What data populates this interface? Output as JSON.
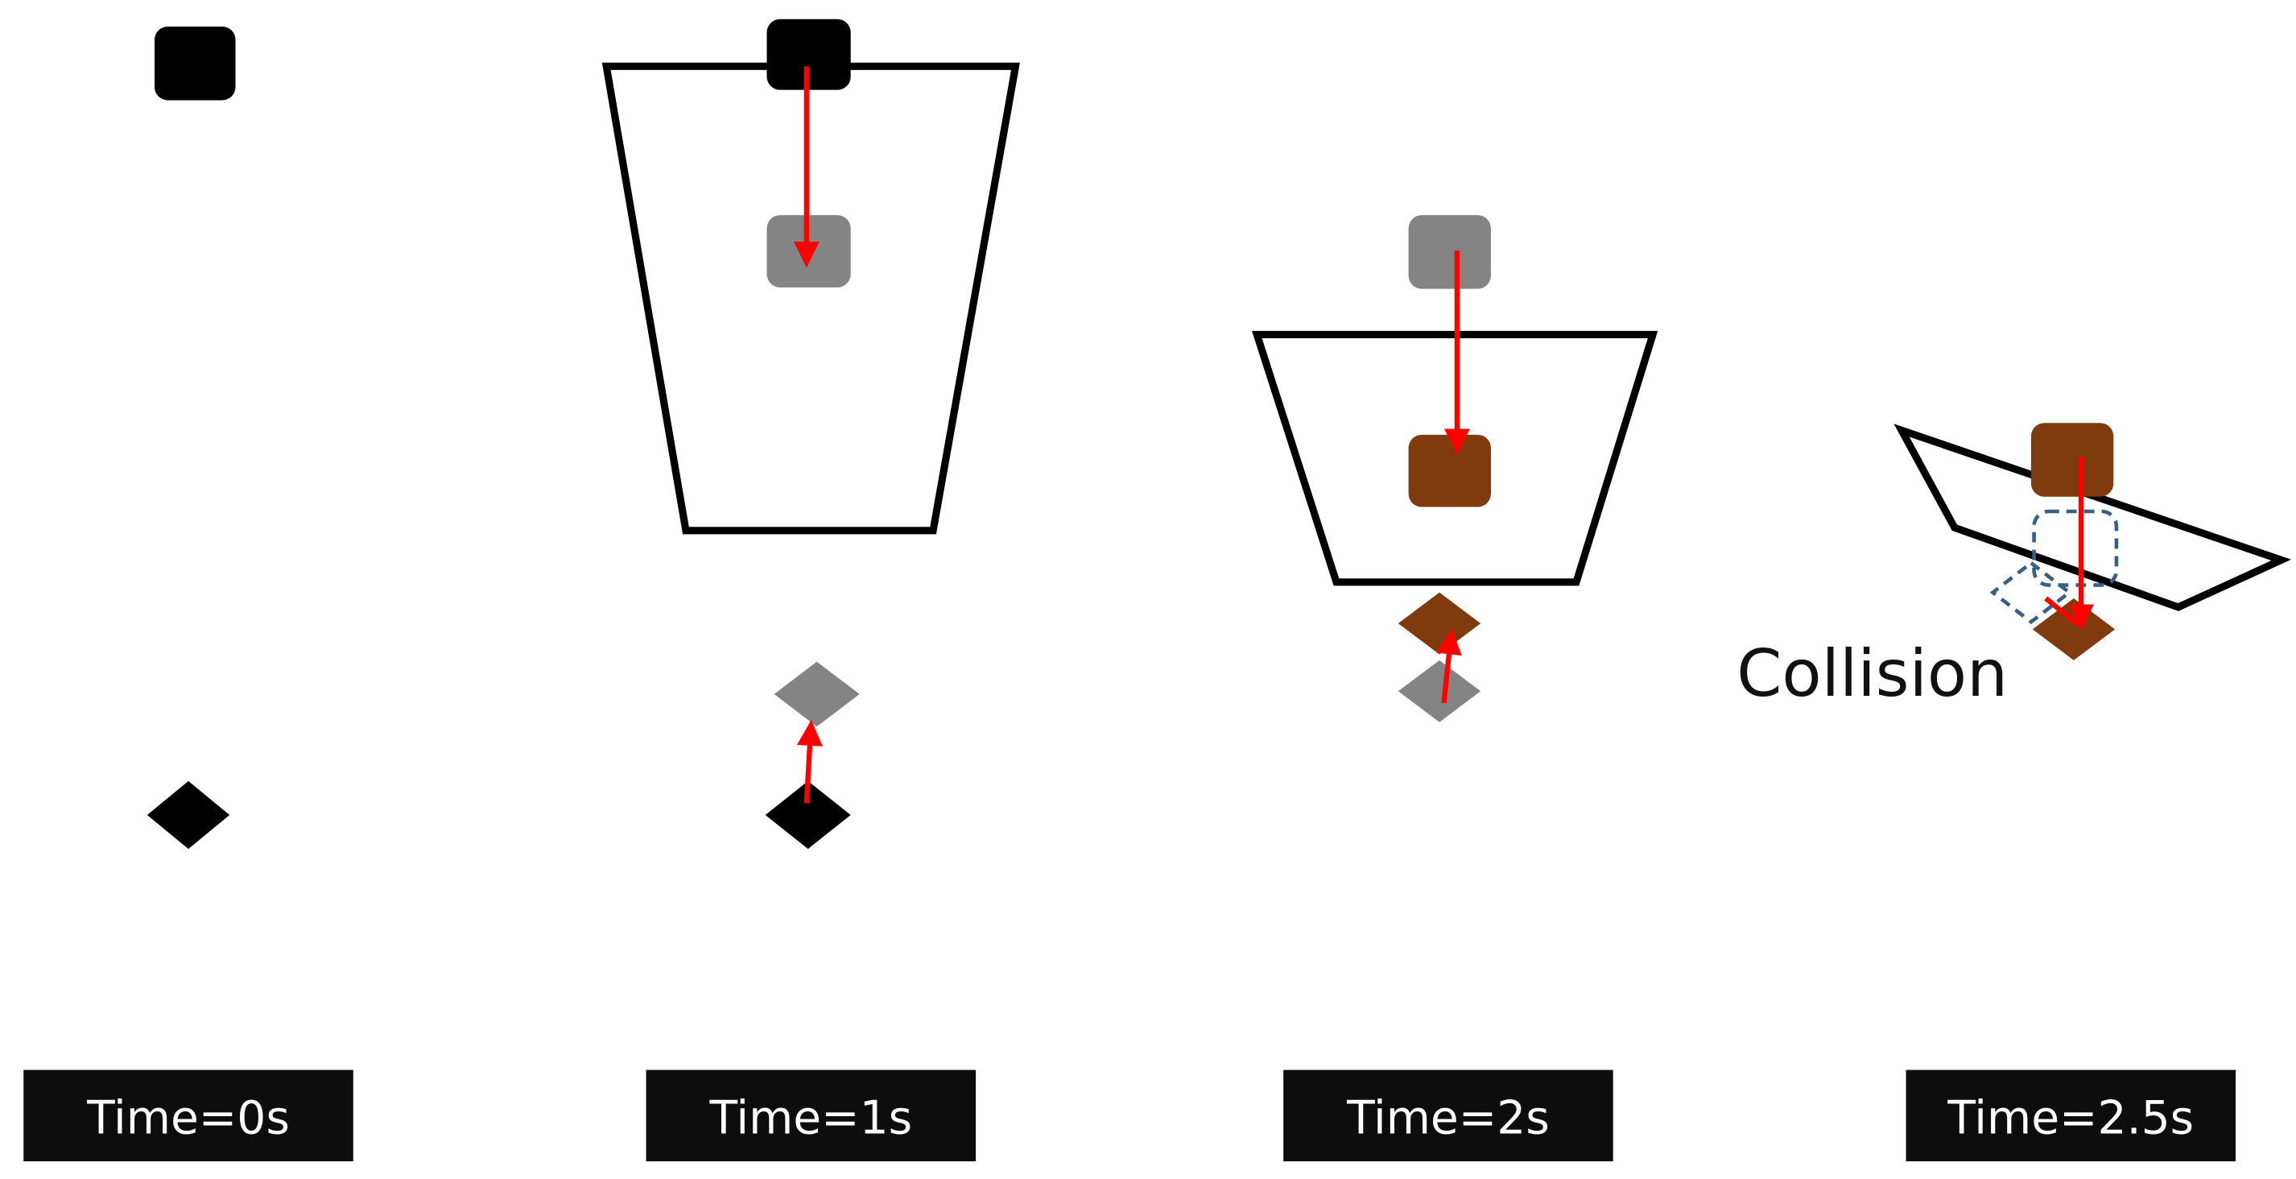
{
  "labels": {
    "frame_0": "Time=0s",
    "frame_1": "Time=1s",
    "frame_2": "Time=2s",
    "frame_3": "Time=2.5s",
    "collision": "Collision"
  },
  "colors": {
    "black": "#000000",
    "gray": "#848484",
    "brown": "#7f3a0e",
    "arrow_red": "#ff0000",
    "dashed_blue": "#355f85",
    "label_bg": "#0d0d0d",
    "label_text": "#ffffff"
  }
}
